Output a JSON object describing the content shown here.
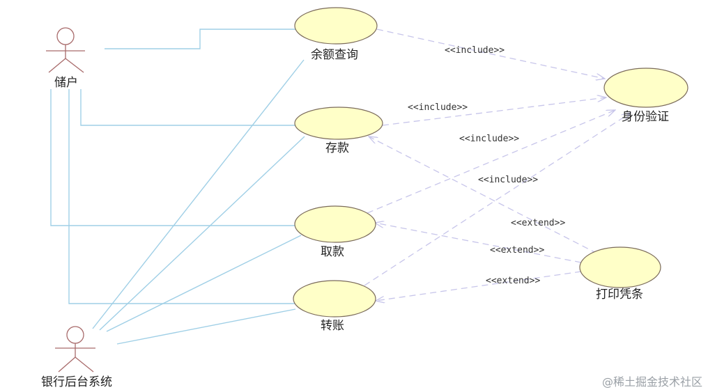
{
  "actors": {
    "depositor": {
      "label": "储户"
    },
    "bank_backend": {
      "label": "银行后台系统"
    }
  },
  "use_cases": {
    "balance_query": "余额查询",
    "deposit": "存款",
    "withdraw": "取款",
    "transfer": "转账",
    "identity_verification": "身份验证",
    "print_receipt": "打印凭条"
  },
  "relations": {
    "include_1": "<<include>>",
    "include_2": "<<include>>",
    "include_3": "<<include>>",
    "include_4": "<<include>>",
    "extend_1": "<<extend>>",
    "extend_2": "<<extend>>",
    "extend_3": "<<extend>>"
  },
  "watermark": "@稀土掘金技术社区",
  "colors": {
    "association_line": "#9fcfe6",
    "dashed_relation": "#c7c5ea",
    "usecase_fill": "#ffffc8",
    "usecase_stroke": "#7a6a5a",
    "actor_stroke": "#a86a6a"
  }
}
